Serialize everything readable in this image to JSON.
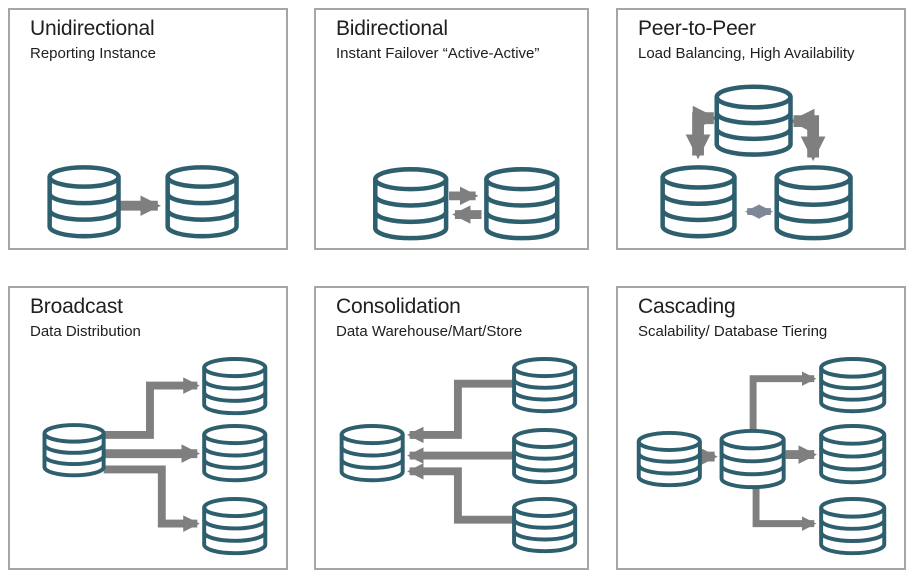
{
  "figure": {
    "name": "Database replication topologies",
    "panel_count": 6
  },
  "colors": {
    "background": "#ffffff",
    "panel_border": "#a6a6a6",
    "text": "#202020",
    "database_stroke": "#2e5f6e",
    "database_fill": "#ffffff",
    "arrow_gray": "#7f7f7f",
    "arrow_blue_gray": "#7e8798"
  },
  "icons": {
    "database": "database-icon",
    "flow_arrow": "arrow-icon"
  },
  "panels": [
    {
      "id": "unidirectional",
      "title": "Unidirectional",
      "subtitle": "Reporting Instance"
    },
    {
      "id": "bidirectional",
      "title": "Bidirectional",
      "subtitle": "Instant Failover “Active-Active”"
    },
    {
      "id": "peer-to-peer",
      "title": "Peer-to-Peer",
      "subtitle": "Load Balancing, High Availability"
    },
    {
      "id": "broadcast",
      "title": "Broadcast",
      "subtitle": "Data Distribution"
    },
    {
      "id": "consolidation",
      "title": "Consolidation",
      "subtitle": "Data Warehouse/Mart/Store"
    },
    {
      "id": "cascading",
      "title": "Cascading",
      "subtitle": "Scalability/ Database Tiering"
    }
  ]
}
